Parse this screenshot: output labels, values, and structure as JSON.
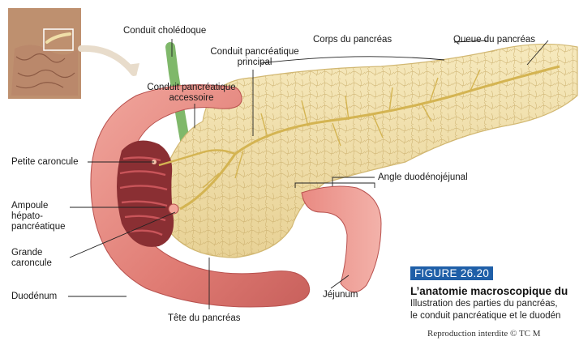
{
  "labels": {
    "conduit_choledoque": "Conduit cholédoque",
    "conduit_principal": "Conduit pancréatique\nprincipal",
    "corps": "Corps du pancréas",
    "queue": "Queue du pancréas",
    "conduit_accessoire": "Conduit pancréatique\naccessoire",
    "petite_caroncule": "Petite caroncule",
    "angle": "Angle duodénojéjunal",
    "ampoule": "Ampoule\nhépato-\npancréatique",
    "grande_caroncule": "Grande\ncaroncule",
    "duodenum": "Duodénum",
    "jejunum": "Jéjunum",
    "tete": "Tête du pancréas"
  },
  "caption": {
    "figure_number": "FIGURE 26.20",
    "title": "L’anatomie macroscopique du",
    "body": "Illustration des parties du pancréas,\nle conduit pancréatique et le duodén"
  },
  "copyright": "Reproduction interdite © TC M",
  "colors": {
    "pancreas": "#f0dfa8",
    "duodenum": "#e8877f",
    "duct": "#d4b452",
    "bile_duct": "#7fb86a",
    "figure_badge": "#1f5fa8"
  }
}
